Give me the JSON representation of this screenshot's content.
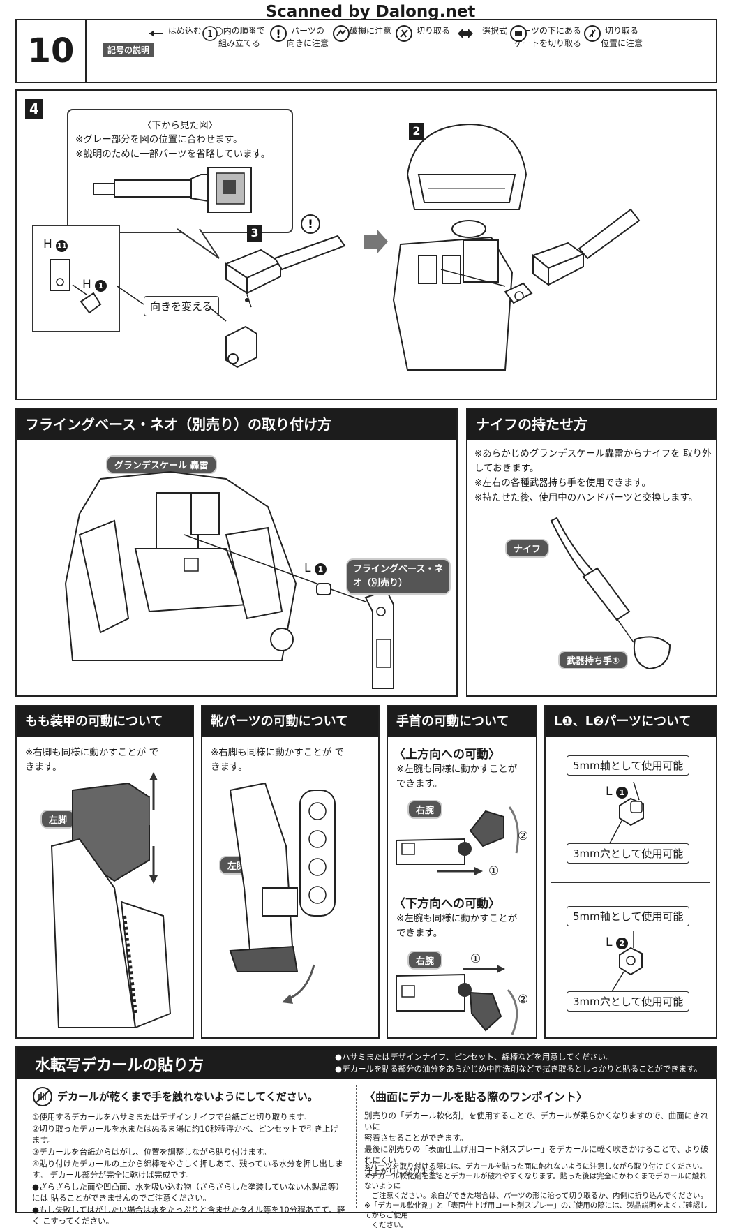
{
  "watermark": "Scanned by Dalong.net",
  "step_number": "10",
  "legend": {
    "title": "記号の説明",
    "items": [
      {
        "icon": "arrow-left-icon",
        "label": "はめ込む"
      },
      {
        "icon": "circled-one-icon",
        "label": "◯内の順番で 組み立てる"
      },
      {
        "icon": "exclamation-icon",
        "label": "パーツの 向きに注意"
      },
      {
        "icon": "break-warning-icon",
        "label": "破損に注意"
      },
      {
        "icon": "cut-icon",
        "label": "切り取る"
      },
      {
        "icon": "double-arrow-icon",
        "label": "選択式"
      },
      {
        "icon": "gate-cut-icon",
        "label": "パーツの下にある ゲートを切り取る"
      },
      {
        "icon": "cut-position-icon",
        "label": "切り取る 位置に注意"
      }
    ]
  },
  "step4": {
    "number": "4",
    "bottom_view_title": "〈下から見た図〉",
    "bottom_view_notes": [
      "※グレー部分を図の位置に合わせます。",
      "※説明のために一部パーツを省略しています。"
    ],
    "sub3": "3",
    "sub2": "2",
    "part_h11": "H",
    "part_h11_num": "11",
    "part_h1": "H",
    "part_h1_num": "1",
    "rotate_label": "向きを変える"
  },
  "flying_base": {
    "title": "フライングベース・ネオ（別売り）の取り付け方",
    "model_label": "グランデスケール 轟雷",
    "part_l": "L",
    "part_l_num": "1",
    "base_label": "フライングベース・ネオ（別売り）"
  },
  "knife": {
    "title": "ナイフの持たせ方",
    "notes": [
      "※あらかじめグランデスケール轟雷からナイフを 取り外しておきます。",
      "※左右の各種武器持ち手を使用できます。",
      "※持たせた後、使用中のハンドパーツと交換します。"
    ],
    "knife_label": "ナイフ",
    "hand_label": "武器持ち手①"
  },
  "thigh": {
    "title": "もも装甲の可動について",
    "note": "※右脚も同様に動かすことが できます。",
    "leg_label": "左脚"
  },
  "boot": {
    "title": "靴パーツの可動について",
    "note": "※右脚も同様に動かすことが できます。",
    "leg_label": "左脚"
  },
  "wrist": {
    "title": "手首の可動について",
    "up_title": "〈上方向への可動〉",
    "up_note": "※左腕も同様に動かすことが できます。",
    "up_arm": "右腕",
    "down_title": "〈下方向への可動〉",
    "down_note": "※左腕も同様に動かすことが できます。",
    "down_arm": "右腕",
    "step1": "①",
    "step2": "②"
  },
  "lparts": {
    "title": "L❶、L❷パーツについて",
    "l1_top": "5mm軸として使用可能",
    "l1_name": "L",
    "l1_num": "1",
    "l1_bottom": "3mm穴として使用可能",
    "l2_top": "5mm軸として使用可能",
    "l2_name": "L",
    "l2_num": "2",
    "l2_bottom": "3mm穴として使用可能"
  },
  "decal": {
    "title": "水転写デカールの貼り方",
    "header_notes": [
      "●ハサミまたはデザインナイフ、ピンセット、綿棒などを用意してください。",
      "●デカールを貼る部分の油分をあらかじめ中性洗剤などで拭き取るとしっかりと貼ることができます。"
    ],
    "warning": "デカールが乾くまで手を触れないようにしてください。",
    "steps": [
      "①使用するデカールをハサミまたはデザインナイフで台紙ごと切り取ります。",
      "②切り取ったデカールを水またはぬるま湯に約10秒程浮かべ、ピンセットで引き上げます。",
      "③デカールを台紙からはがし、位置を調整しながら貼り付けます。",
      "④貼り付けたデカールの上から綿棒をやさしく押しあて、残っている水分を押し出します。 デカール部分が完全に乾けば完成です。",
      "●ざらざらした面や凹凸面、水を吸い込む物（ざらざらした塗装していない木製品等）には 貼ることができませんのでご注意ください。",
      "●もし失敗してはがしたい場合は水をたっぷりと含ませたタオル等を10分程あてて、軽く こすってください。"
    ],
    "tip_title": "〈曲面にデカールを貼る際のワンポイント〉",
    "tip_text": [
      "別売りの「デカール軟化剤」を使用することで、デカールが柔らかくなりますので、曲面にきれいに",
      "密着させることができます。",
      "最後に別売りの「表面仕上げ用コート剤スプレー」をデカールに軽く吹きかけることで、より破れにくい",
      "仕上がりになります。"
    ],
    "tip_notes": [
      "※パーツを取り付ける際には、デカールを貼った面に触れないように注意しながら取り付けてください。",
      "※デカール軟化剤を塗るとデカールが破れやすくなります。貼った後は完全にかわくまでデカールに触れないように",
      "　ご注意ください。余白ができた場合は、パーツの形に沿って切り取るか、内側に折り込んでください。",
      "※「デカール軟化剤」と「表面仕上げ用コート剤スプレー」のご使用の際には、製品説明をよくご確認してからご使用",
      "　ください。"
    ]
  }
}
